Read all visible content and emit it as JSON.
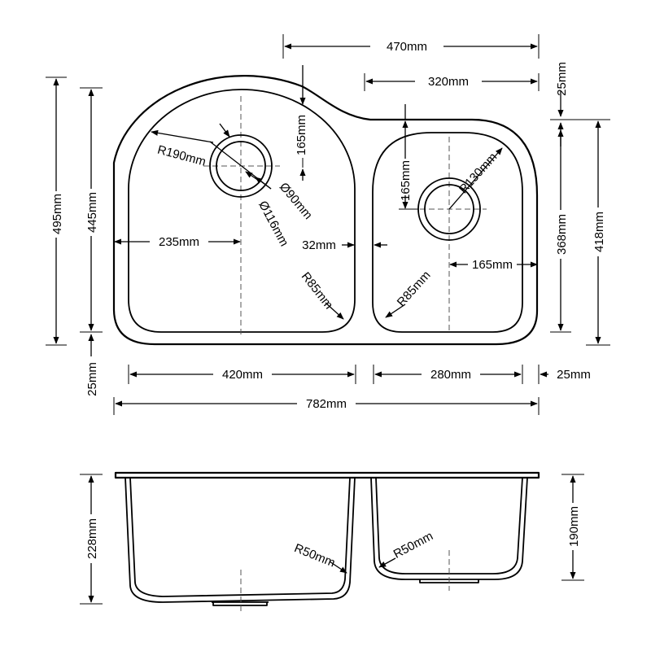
{
  "plan_view": {
    "top_width_470": "470mm",
    "top_width_320": "320mm",
    "rim_25_right": "25mm",
    "height_495": "495mm",
    "height_445": "445mm",
    "rim_25_left": "25mm",
    "height_368": "368mm",
    "height_418": "418mm",
    "large_radius": "R190mm",
    "waste_offset_large": "165mm",
    "waste_offset_small": "165mm",
    "waste_inner": "Ø90mm",
    "waste_outer": "Ø116mm",
    "waste_x_235": "235mm",
    "divider_32": "32mm",
    "small_radius": "R130mm",
    "small_width_165": "165mm",
    "corner_large": "R85mm",
    "corner_small": "R85mm",
    "bowl_420": "420mm",
    "bowl_280": "280mm",
    "rim_25_bottom": "25mm",
    "overall_782": "782mm"
  },
  "side_view": {
    "depth_228": "228mm",
    "depth_190": "190mm",
    "radius_large": "R50mm",
    "radius_small": "R50mm"
  }
}
